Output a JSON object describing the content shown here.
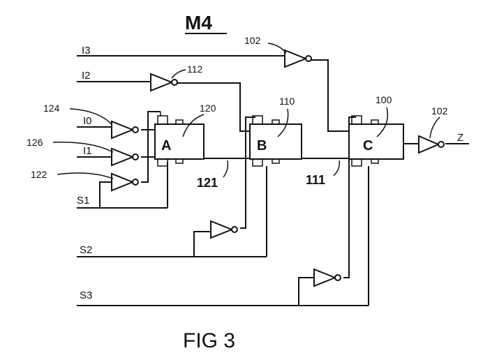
{
  "title": "M4",
  "caption": "FIG 3",
  "inputs": {
    "i0": "I0",
    "i1": "I1",
    "i2": "I2",
    "i3": "I3",
    "s1": "S1",
    "s2": "S2",
    "s3": "S3"
  },
  "output": "Z",
  "blocks": {
    "a": "A",
    "b": "B",
    "c": "C"
  },
  "refs": {
    "inv_i3": "102",
    "inv_i2": "112",
    "inv_i0": "124",
    "inv_i1": "126",
    "inv_s1": "122",
    "block_a": "120",
    "block_b": "110",
    "block_c": "100",
    "inv_out": "102",
    "net_ab": "121",
    "net_bc": "111"
  }
}
